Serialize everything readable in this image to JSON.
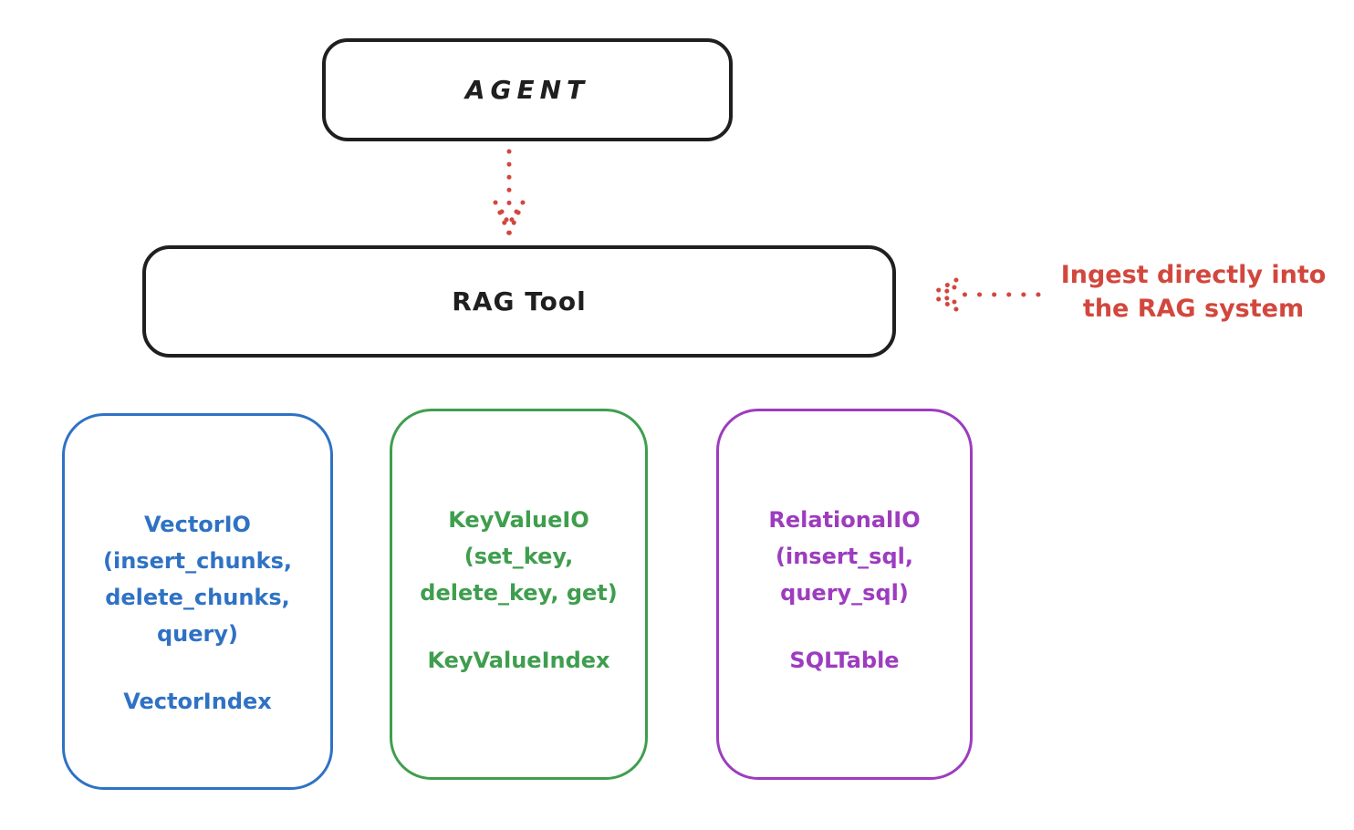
{
  "agent": {
    "label": "AGENT"
  },
  "rag_tool": {
    "label": "RAG Tool"
  },
  "annotation": {
    "line1": "Ingest directly into",
    "line2": "the RAG system"
  },
  "boxes": [
    {
      "id": "vector-io",
      "color": "#2f72c4",
      "lines": [
        "VectorIO",
        "(insert_chunks,",
        "delete_chunks,",
        "query)"
      ],
      "footer": "VectorIndex"
    },
    {
      "id": "keyvalue-io",
      "color": "#3f9e4e",
      "lines": [
        "KeyValueIO",
        "(set_key,",
        "delete_key, get)"
      ],
      "footer": "KeyValueIndex"
    },
    {
      "id": "relational-io",
      "color": "#9d3cbf",
      "lines": [
        "RelationalIO",
        "(insert_sql,",
        "query_sql)"
      ],
      "footer": "SQLTable"
    }
  ],
  "colors": {
    "stroke": "#1f1f1f",
    "red": "#d2473d",
    "blue": "#2f72c4",
    "green": "#3f9e4e",
    "purple": "#9d3cbf",
    "background": "#ffffff"
  }
}
